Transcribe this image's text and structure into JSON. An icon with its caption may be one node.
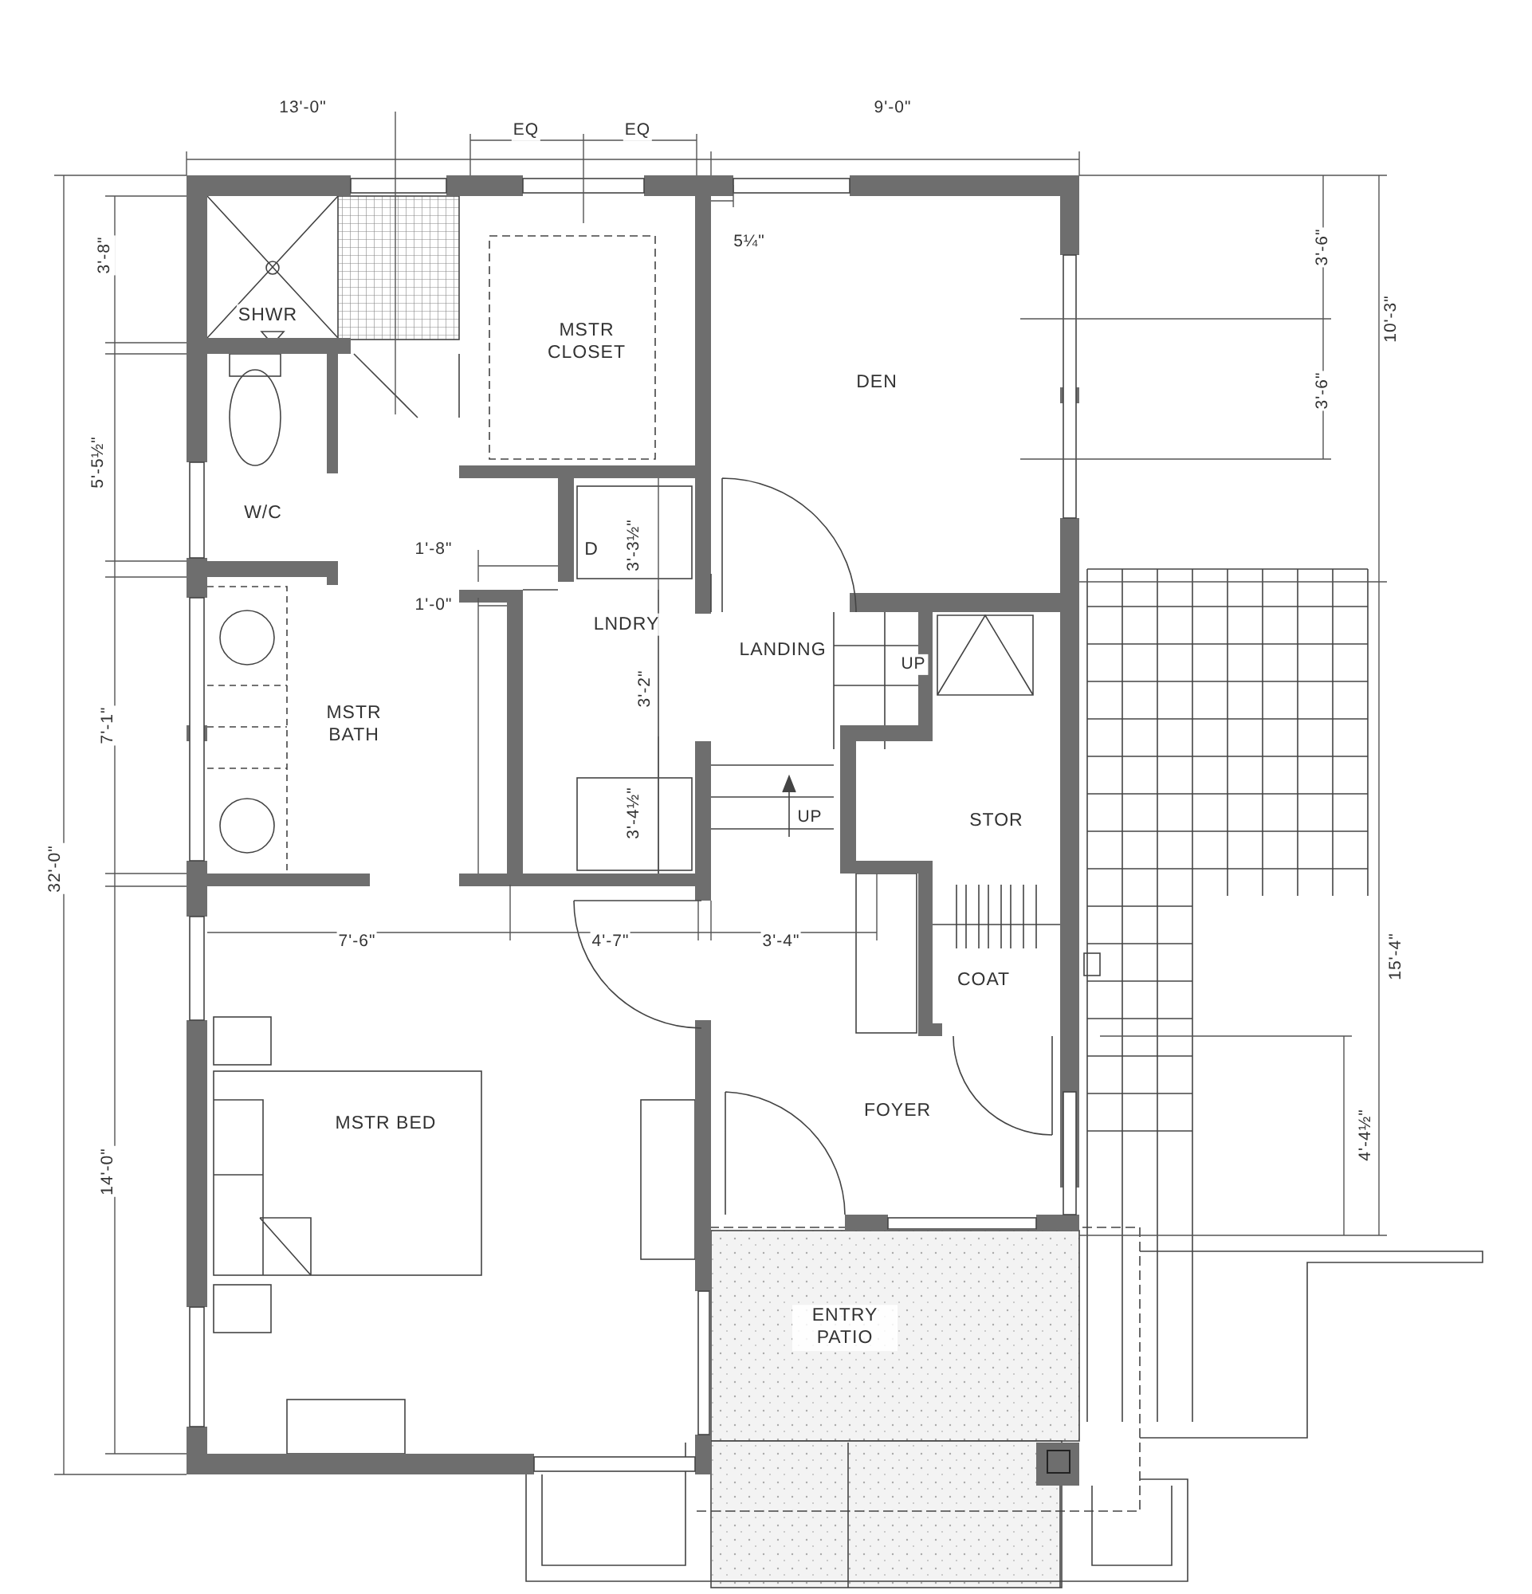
{
  "diagram": {
    "labels": [
      "13'-0\"",
      "9'-0\"",
      "EQ",
      "EQ",
      "5¼\"",
      "3'-8\"",
      "SHWR",
      "MSTR CLOSET",
      "DEN",
      "3'-6\"",
      "3'-6\"",
      "10'-3\"",
      "5'-5½\"",
      "W/C",
      "1'-8\"",
      "D",
      "3'-3½\"",
      "1'-0\"",
      "LNDRY",
      "LANDING",
      "UP",
      "3'-2\"",
      "7'-1\"",
      "MSTR BATH",
      "32'-0\"",
      "STOR",
      "3'-4½\"",
      "UP",
      "7'-6\"",
      "4'-7\"",
      "3'-4\"",
      "15'-4\"",
      "COAT",
      "FOYER",
      "MSTR BED",
      "4'-4½\"",
      "14'-0\"",
      "ENTRY PATIO"
    ]
  }
}
